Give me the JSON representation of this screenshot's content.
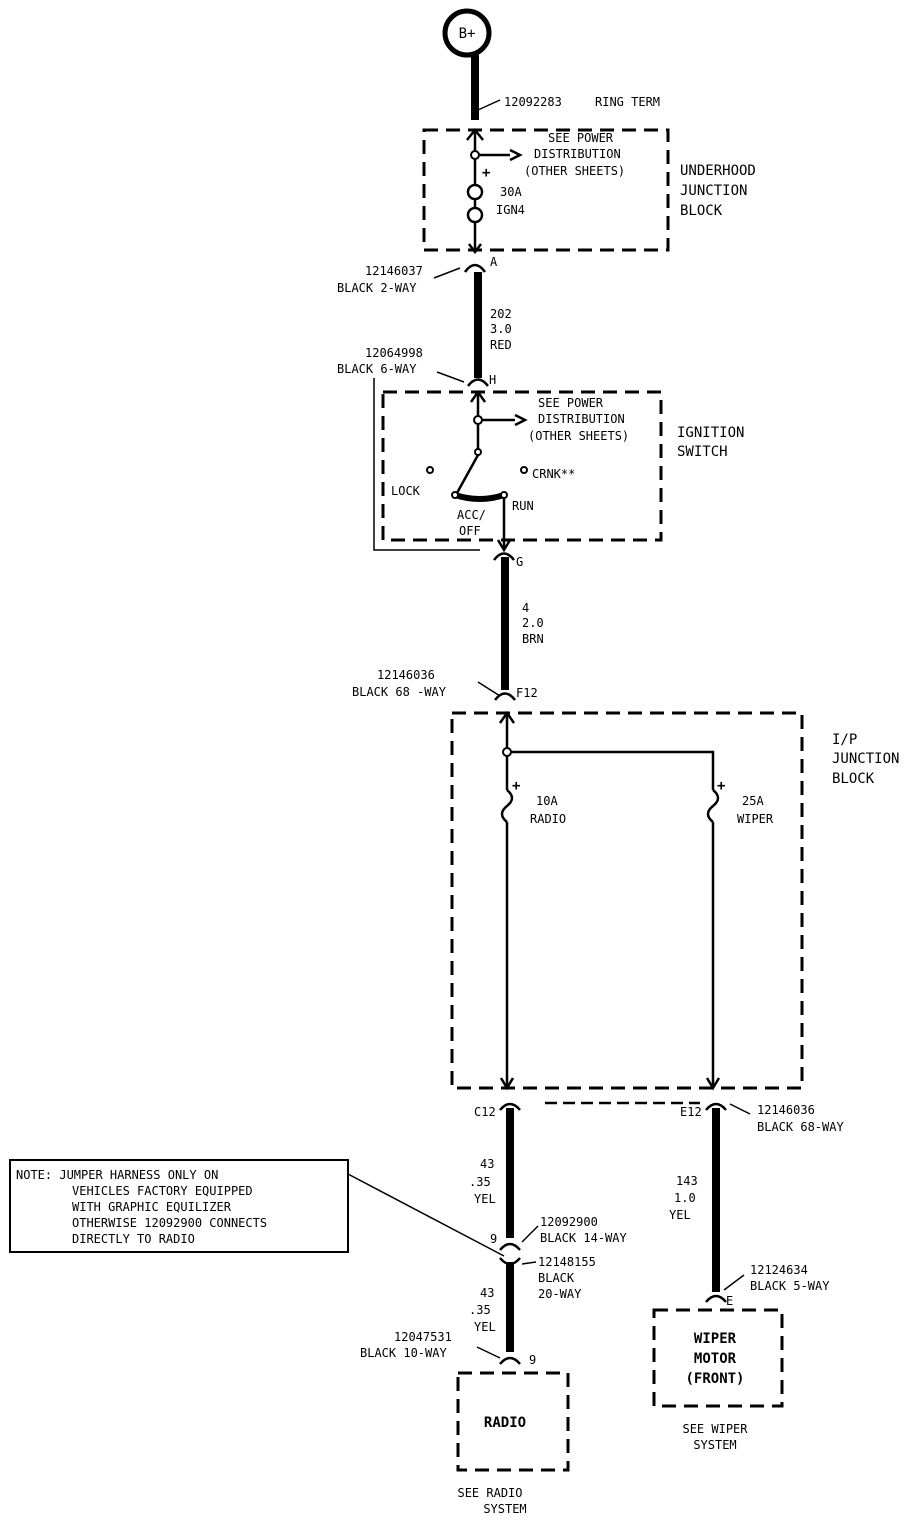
{
  "battery": {
    "label": "B+"
  },
  "ring_term": {
    "part": "12092283",
    "desc": "RING TERM"
  },
  "underhood_block": {
    "name": [
      "UNDERHOOD",
      "JUNCTION",
      "BLOCK"
    ],
    "see_power": [
      "SEE POWER",
      "DISTRIBUTION",
      "(OTHER SHEETS)"
    ],
    "fuse_rating": "30A",
    "fuse_name": "IGN4",
    "plus": "+"
  },
  "conn_a": {
    "part": "12146037",
    "desc": "BLACK 2-WAY",
    "pin": "A"
  },
  "wire_202": {
    "circuit": "202",
    "gauge": "3.0",
    "color": "RED"
  },
  "conn_h": {
    "part": "12064998",
    "desc": "BLACK 6-WAY",
    "pin": "H"
  },
  "ignition_switch": {
    "name": [
      "IGNITION",
      "SWITCH"
    ],
    "see_power": [
      "SEE POWER",
      "DISTRIBUTION",
      "(OTHER SHEETS)"
    ],
    "positions": {
      "lock": "LOCK",
      "acc_1": "ACC/",
      "acc_2": "OFF",
      "run": "RUN",
      "crank": "CRNK**"
    }
  },
  "conn_g": {
    "pin": "G"
  },
  "wire_4": {
    "circuit": "4",
    "gauge": "2.0",
    "color": "BRN"
  },
  "conn_f12": {
    "part": "12146036",
    "desc": "BLACK 68 -WAY",
    "pin": "F12"
  },
  "ip_block": {
    "name": [
      "I/P",
      "JUNCTION",
      "BLOCK"
    ],
    "fuse_radio": {
      "rating": "10A",
      "name": "RADIO",
      "plus": "+"
    },
    "fuse_wiper": {
      "rating": "25A",
      "name": "WIPER",
      "plus": "+"
    }
  },
  "conn_c12": {
    "pin": "C12"
  },
  "conn_e12": {
    "pin": "E12",
    "part": "12146036",
    "desc": "BLACK 68-WAY"
  },
  "wire_43_upper": {
    "circuit": "43",
    "gauge": ".35",
    "color": "YEL"
  },
  "wire_143": {
    "circuit": "143",
    "gauge": "1.0",
    "color": "YEL"
  },
  "note": [
    "NOTE: JUMPER HARNESS ONLY ON",
    "VEHICLES FACTORY EQUIPPED",
    "WITH GRAPHIC EQUILIZER",
    "OTHERWISE 12092900 CONNECTS",
    "DIRECTLY TO RADIO"
  ],
  "conn_9_upper": {
    "pin": "9",
    "part": "12092900",
    "desc": "BLACK 14-WAY"
  },
  "conn_jumper": {
    "part": "12148155",
    "desc_1": "BLACK",
    "desc_2": "20-WAY"
  },
  "wire_43_lower": {
    "circuit": "43",
    "gauge": ".35",
    "color": "YEL"
  },
  "conn_radio": {
    "part": "12047531",
    "desc": "BLACK 10-WAY",
    "pin": "9"
  },
  "conn_wiper": {
    "part": "12124634",
    "desc": "BLACK 5-WAY",
    "pin": "E"
  },
  "radio": {
    "label": "RADIO",
    "see": [
      "SEE RADIO",
      "SYSTEM"
    ]
  },
  "wiper_motor": {
    "label": [
      "WIPER",
      "MOTOR",
      "(FRONT)"
    ],
    "see": [
      "SEE WIPER",
      "SYSTEM"
    ]
  }
}
